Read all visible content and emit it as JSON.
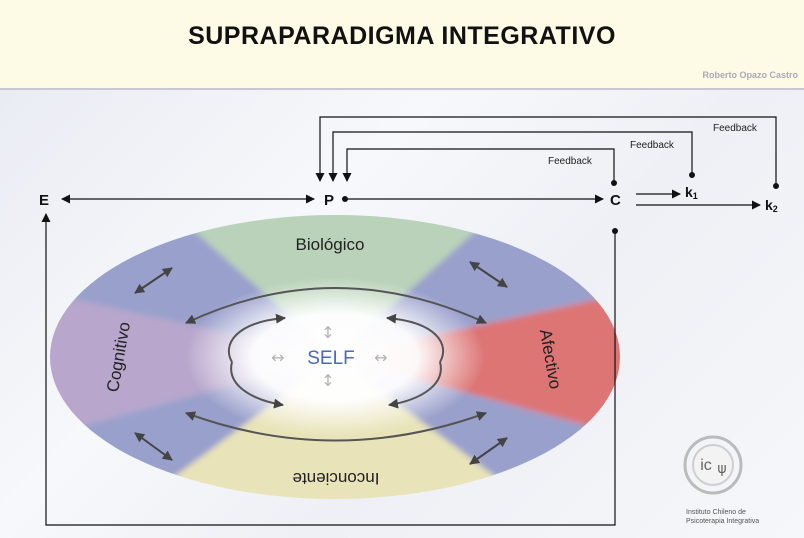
{
  "title": "SUPRAPARADIGMA  INTEGRATIVO",
  "author": "Roberto Opazo Castro",
  "nodes": {
    "e": "E",
    "p": "P",
    "c": "C",
    "k1_main": "k",
    "k1_sub": "1",
    "k2_main": "k",
    "k2_sub": "2"
  },
  "feedback_labels": [
    "Feedback",
    "Feedback",
    "Feedback"
  ],
  "ring": {
    "top": "Biológico",
    "right": "Afectivo",
    "bottom": "Inconciente",
    "left": "Cognitivo",
    "center": "SELF"
  },
  "logo": {
    "mark_main": "ic",
    "mark_psi": "ψ",
    "line1": "Instituto Chileno de",
    "line2": "Psicoterapia Integrativa"
  },
  "colors": {
    "top_sector": "#b9d2b9",
    "right_sector": "#dd7474",
    "bottom_sector": "#e8e3b8",
    "left_sector": "#b8a6cc",
    "connector_sector": "#9aa0cc",
    "self_text": "#4a67c2"
  }
}
